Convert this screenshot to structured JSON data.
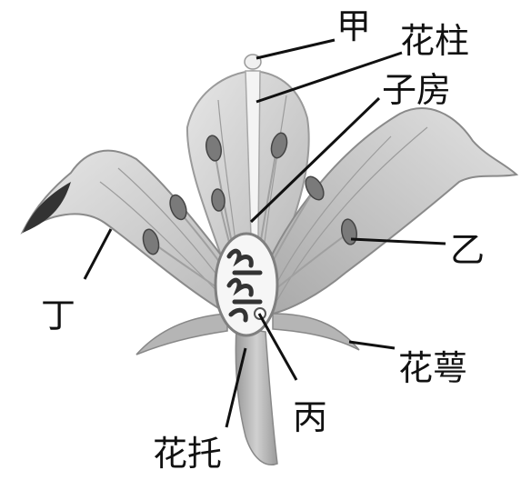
{
  "labels": {
    "jia": "甲",
    "style": "花柱",
    "ovary": "子房",
    "yi": "乙",
    "ding": "丁",
    "sepal": "花萼",
    "bing": "丙",
    "receptacle": "花托"
  }
}
